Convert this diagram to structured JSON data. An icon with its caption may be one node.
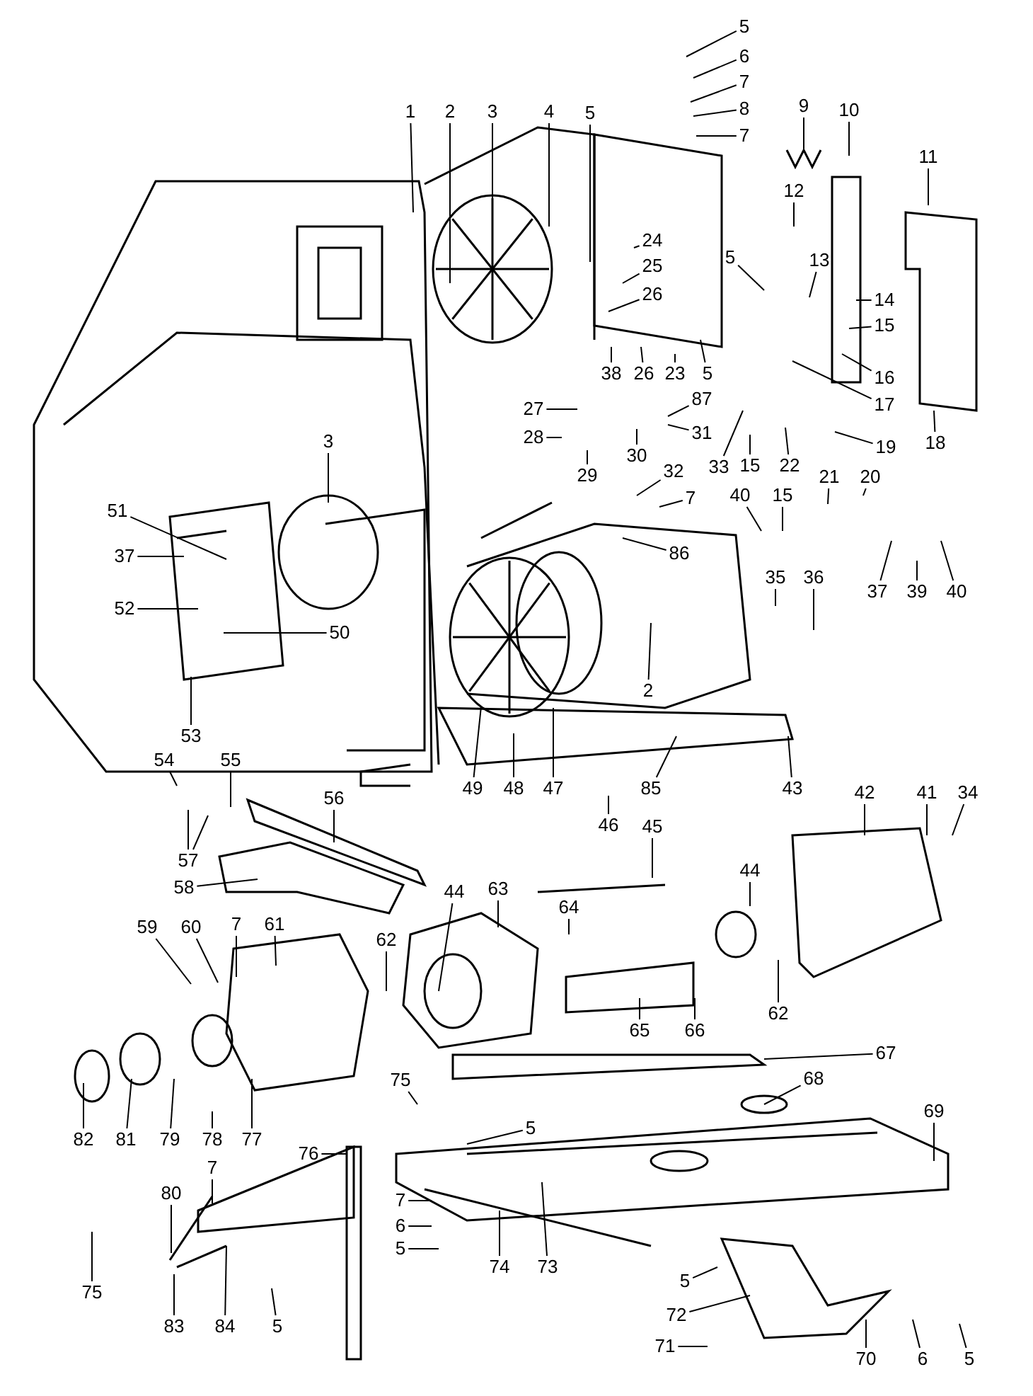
{
  "diagram": {
    "nodes": [
      {
        "text": [
          "5"
        ]
      },
      {
        "text": [
          "6"
        ]
      },
      {
        "text": [
          "7"
        ]
      },
      {
        "text": [
          "8"
        ]
      },
      {
        "text": [
          "7"
        ]
      },
      {
        "text": [
          "9"
        ]
      },
      {
        "text": [
          "10"
        ]
      },
      {
        "text": [
          "11"
        ]
      },
      {
        "text": [
          "1"
        ]
      },
      {
        "text": [
          "2"
        ]
      },
      {
        "text": [
          "3"
        ]
      },
      {
        "text": [
          "4"
        ]
      },
      {
        "text": [
          "5"
        ]
      },
      {
        "text": [
          "24"
        ]
      },
      {
        "text": [
          "25"
        ]
      },
      {
        "text": [
          "26"
        ]
      },
      {
        "text": [
          "5"
        ]
      },
      {
        "text": [
          "12"
        ]
      },
      {
        "text": [
          "13"
        ]
      },
      {
        "text": [
          "14"
        ]
      },
      {
        "text": [
          "15"
        ]
      },
      {
        "text": [
          "16"
        ]
      },
      {
        "text": [
          "17"
        ]
      },
      {
        "text": [
          "18"
        ]
      },
      {
        "text": [
          "38"
        ]
      },
      {
        "text": [
          "26"
        ]
      },
      {
        "text": [
          "23"
        ]
      },
      {
        "text": [
          "5"
        ]
      },
      {
        "text": [
          "27"
        ]
      },
      {
        "text": [
          "87"
        ]
      },
      {
        "text": [
          "28"
        ]
      },
      {
        "text": [
          "30"
        ]
      },
      {
        "text": [
          "31"
        ]
      },
      {
        "text": [
          "29"
        ]
      },
      {
        "text": [
          "32"
        ]
      },
      {
        "text": [
          "7"
        ]
      },
      {
        "text": [
          "33"
        ]
      },
      {
        "text": [
          "15"
        ]
      },
      {
        "text": [
          "22"
        ]
      },
      {
        "text": [
          "19"
        ]
      },
      {
        "text": [
          "3"
        ]
      },
      {
        "text": [
          "51"
        ]
      },
      {
        "text": [
          "37"
        ]
      },
      {
        "text": [
          "52"
        ]
      },
      {
        "text": [
          "50"
        ]
      },
      {
        "text": [
          "53"
        ]
      },
      {
        "text": [
          "86"
        ]
      },
      {
        "text": [
          "40"
        ]
      },
      {
        "text": [
          "15"
        ]
      },
      {
        "text": [
          "21"
        ]
      },
      {
        "text": [
          "20"
        ]
      },
      {
        "text": [
          "37"
        ]
      },
      {
        "text": [
          "39"
        ]
      },
      {
        "text": [
          "40"
        ]
      },
      {
        "text": [
          "35"
        ]
      },
      {
        "text": [
          "36"
        ]
      },
      {
        "text": [
          "2"
        ]
      },
      {
        "text": [
          "49"
        ]
      },
      {
        "text": [
          "48"
        ]
      },
      {
        "text": [
          "47"
        ]
      },
      {
        "text": [
          "85"
        ]
      },
      {
        "text": [
          "43"
        ]
      },
      {
        "text": [
          "46"
        ]
      },
      {
        "text": [
          "54"
        ]
      },
      {
        "text": [
          "55"
        ]
      },
      {
        "text": [
          "57"
        ]
      },
      {
        "text": [
          "56"
        ]
      },
      {
        "text": [
          "58"
        ]
      },
      {
        "text": [
          "45"
        ]
      },
      {
        "text": [
          "42"
        ]
      },
      {
        "text": [
          "41"
        ]
      },
      {
        "text": [
          "34"
        ]
      },
      {
        "text": [
          "44"
        ]
      },
      {
        "text": [
          "63"
        ]
      },
      {
        "text": [
          "64"
        ]
      },
      {
        "text": [
          "44"
        ]
      },
      {
        "text": [
          "65"
        ]
      },
      {
        "text": [
          "66"
        ]
      },
      {
        "text": [
          "62"
        ]
      },
      {
        "text": [
          "62"
        ]
      },
      {
        "text": [
          "59"
        ]
      },
      {
        "text": [
          "60"
        ]
      },
      {
        "text": [
          "7"
        ]
      },
      {
        "text": [
          "61"
        ]
      },
      {
        "text": [
          "82"
        ]
      },
      {
        "text": [
          "81"
        ]
      },
      {
        "text": [
          "79"
        ]
      },
      {
        "text": [
          "78"
        ]
      },
      {
        "text": [
          "77"
        ]
      },
      {
        "text": [
          "75"
        ]
      },
      {
        "text": [
          "67"
        ]
      },
      {
        "text": [
          "68"
        ]
      },
      {
        "text": [
          "5"
        ]
      },
      {
        "text": [
          "69"
        ]
      },
      {
        "text": [
          "76"
        ]
      },
      {
        "text": [
          "80"
        ]
      },
      {
        "text": [
          "7"
        ]
      },
      {
        "text": [
          "75"
        ]
      },
      {
        "text": [
          "7"
        ]
      },
      {
        "text": [
          "6"
        ]
      },
      {
        "text": [
          "5"
        ]
      },
      {
        "text": [
          "74"
        ]
      },
      {
        "text": [
          "73"
        ]
      },
      {
        "text": [
          "5"
        ]
      },
      {
        "text": [
          "72"
        ]
      },
      {
        "text": [
          "71"
        ]
      },
      {
        "text": [
          "83"
        ]
      },
      {
        "text": [
          "84"
        ]
      },
      {
        "text": [
          "5"
        ]
      },
      {
        "text": [
          "70"
        ]
      },
      {
        "text": [
          "6"
        ]
      },
      {
        "text": [
          "5"
        ]
      }
    ],
    "edges": [
      {
        "from": 0,
        "to": null,
        "arrow": "none"
      },
      {
        "from": 1,
        "to": null,
        "arrow": "none"
      },
      {
        "from": 2,
        "to": null,
        "arrow": "none"
      },
      {
        "from": 3,
        "to": null,
        "arrow": "none"
      },
      {
        "from": 4,
        "to": null,
        "arrow": "none"
      },
      {
        "from": 5,
        "to": null,
        "arrow": "none"
      },
      {
        "from": 6,
        "to": null,
        "arrow": "none"
      },
      {
        "from": 7,
        "to": null,
        "arrow": "none"
      },
      {
        "from": 8,
        "to": null,
        "arrow": "none"
      },
      {
        "from": 9,
        "to": null,
        "arrow": "none"
      },
      {
        "from": 10,
        "to": null,
        "arrow": "none"
      },
      {
        "from": 11,
        "to": null,
        "arrow": "none"
      },
      {
        "from": 12,
        "to": null,
        "arrow": "none"
      },
      {
        "from": 13,
        "to": null,
        "arrow": "none"
      },
      {
        "from": 14,
        "to": null,
        "arrow": "none"
      },
      {
        "from": 15,
        "to": null,
        "arrow": "none"
      },
      {
        "from": 16,
        "to": null,
        "arrow": "none"
      },
      {
        "from": 17,
        "to": null,
        "arrow": "none"
      },
      {
        "from": 18,
        "to": null,
        "arrow": "none"
      },
      {
        "from": 19,
        "to": null,
        "arrow": "none"
      },
      {
        "from": 20,
        "to": null,
        "arrow": "none"
      },
      {
        "from": 21,
        "to": null,
        "arrow": "none"
      },
      {
        "from": 22,
        "to": null,
        "arrow": "none"
      },
      {
        "from": 23,
        "to": null,
        "arrow": "none"
      },
      {
        "from": 24,
        "to": null,
        "arrow": "none"
      },
      {
        "from": 25,
        "to": null,
        "arrow": "none"
      },
      {
        "from": 26,
        "to": null,
        "arrow": "none"
      },
      {
        "from": 27,
        "to": null,
        "arrow": "none"
      },
      {
        "from": 28,
        "to": null,
        "arrow": "none"
      },
      {
        "from": 29,
        "to": null,
        "arrow": "none"
      },
      {
        "from": 30,
        "to": null,
        "arrow": "none"
      },
      {
        "from": 31,
        "to": null,
        "arrow": "none"
      },
      {
        "from": 32,
        "to": null,
        "arrow": "none"
      },
      {
        "from": 33,
        "to": null,
        "arrow": "none"
      },
      {
        "from": 34,
        "to": null,
        "arrow": "none"
      },
      {
        "from": 35,
        "to": null,
        "arrow": "none"
      },
      {
        "from": 36,
        "to": null,
        "arrow": "none"
      },
      {
        "from": 37,
        "to": null,
        "arrow": "none"
      },
      {
        "from": 38,
        "to": null,
        "arrow": "none"
      },
      {
        "from": 39,
        "to": null,
        "arrow": "none"
      },
      {
        "from": 40,
        "to": null,
        "arrow": "none"
      },
      {
        "from": 41,
        "to": null,
        "arrow": "none"
      },
      {
        "from": 42,
        "to": null,
        "arrow": "none"
      },
      {
        "from": 43,
        "to": null,
        "arrow": "none"
      },
      {
        "from": 44,
        "to": null,
        "arrow": "none"
      },
      {
        "from": 45,
        "to": null,
        "arrow": "none"
      },
      {
        "from": 46,
        "to": null,
        "arrow": "none"
      },
      {
        "from": 47,
        "to": null,
        "arrow": "none"
      },
      {
        "from": 48,
        "to": null,
        "arrow": "none"
      },
      {
        "from": 49,
        "to": null,
        "arrow": "none"
      },
      {
        "from": 50,
        "to": null,
        "arrow": "none"
      },
      {
        "from": 51,
        "to": null,
        "arrow": "none"
      },
      {
        "from": 52,
        "to": null,
        "arrow": "none"
      },
      {
        "from": 53,
        "to": null,
        "arrow": "none"
      },
      {
        "from": 54,
        "to": null,
        "arrow": "none"
      },
      {
        "from": 55,
        "to": null,
        "arrow": "none"
      },
      {
        "from": 56,
        "to": null,
        "arrow": "none"
      },
      {
        "from": 57,
        "to": null,
        "arrow": "none"
      },
      {
        "from": 58,
        "to": null,
        "arrow": "none"
      },
      {
        "from": 59,
        "to": null,
        "arrow": "none"
      },
      {
        "from": 60,
        "to": null,
        "arrow": "none"
      },
      {
        "from": 61,
        "to": null,
        "arrow": "none"
      },
      {
        "from": 62,
        "to": null,
        "arrow": "none"
      },
      {
        "from": 63,
        "to": null,
        "arrow": "none"
      },
      {
        "from": 64,
        "to": null,
        "arrow": "none"
      },
      {
        "from": 65,
        "to": null,
        "arrow": "none"
      },
      {
        "from": 65,
        "to": null,
        "arrow": "none"
      },
      {
        "from": 66,
        "to": null,
        "arrow": "none"
      },
      {
        "from": 67,
        "to": null,
        "arrow": "none"
      },
      {
        "from": 68,
        "to": null,
        "arrow": "none"
      },
      {
        "from": 69,
        "to": null,
        "arrow": "none"
      },
      {
        "from": 70,
        "to": null,
        "arrow": "none"
      },
      {
        "from": 71,
        "to": null,
        "arrow": "none"
      },
      {
        "from": 72,
        "to": null,
        "arrow": "none"
      },
      {
        "from": 73,
        "to": null,
        "arrow": "none"
      },
      {
        "from": 74,
        "to": null,
        "arrow": "none"
      },
      {
        "from": 75,
        "to": null,
        "arrow": "none"
      },
      {
        "from": 76,
        "to": null,
        "arrow": "none"
      },
      {
        "from": 77,
        "to": null,
        "arrow": "none"
      },
      {
        "from": 78,
        "to": null,
        "arrow": "none"
      },
      {
        "from": 79,
        "to": null,
        "arrow": "none"
      },
      {
        "from": 80,
        "to": null,
        "arrow": "none"
      },
      {
        "from": 81,
        "to": null,
        "arrow": "none"
      },
      {
        "from": 82,
        "to": null,
        "arrow": "none"
      },
      {
        "from": 83,
        "to": null,
        "arrow": "none"
      },
      {
        "from": 84,
        "to": null,
        "arrow": "none"
      },
      {
        "from": 85,
        "to": null,
        "arrow": "none"
      },
      {
        "from": 86,
        "to": null,
        "arrow": "none"
      },
      {
        "from": 87,
        "to": null,
        "arrow": "none"
      },
      {
        "from": 88,
        "to": null,
        "arrow": "none"
      },
      {
        "from": 89,
        "to": null,
        "arrow": "none"
      },
      {
        "from": 90,
        "to": null,
        "arrow": "none"
      },
      {
        "from": 91,
        "to": null,
        "arrow": "none"
      },
      {
        "from": 92,
        "to": null,
        "arrow": "none"
      },
      {
        "from": 93,
        "to": null,
        "arrow": "none"
      },
      {
        "from": 94,
        "to": null,
        "arrow": "none"
      },
      {
        "from": 95,
        "to": null,
        "arrow": "none"
      },
      {
        "from": 96,
        "to": null,
        "arrow": "none"
      },
      {
        "from": 97,
        "to": null,
        "arrow": "none"
      },
      {
        "from": 98,
        "to": null,
        "arrow": "none"
      },
      {
        "from": 99,
        "to": null,
        "arrow": "none"
      },
      {
        "from": 100,
        "to": null,
        "arrow": "none"
      },
      {
        "from": 101,
        "to": null,
        "arrow": "none"
      },
      {
        "from": 102,
        "to": null,
        "arrow": "none"
      },
      {
        "from": 103,
        "to": null,
        "arrow": "none"
      },
      {
        "from": 104,
        "to": null,
        "arrow": "none"
      },
      {
        "from": 105,
        "to": null,
        "arrow": "none"
      },
      {
        "from": 106,
        "to": null,
        "arrow": "none"
      },
      {
        "from": 107,
        "to": null,
        "arrow": "none"
      },
      {
        "from": 108,
        "to": null,
        "arrow": "none"
      },
      {
        "from": 109,
        "to": null,
        "arrow": "none"
      },
      {
        "from": 110,
        "to": null,
        "arrow": "none"
      },
      {
        "from": 111,
        "to": null,
        "arrow": "none"
      }
    ]
  }
}
